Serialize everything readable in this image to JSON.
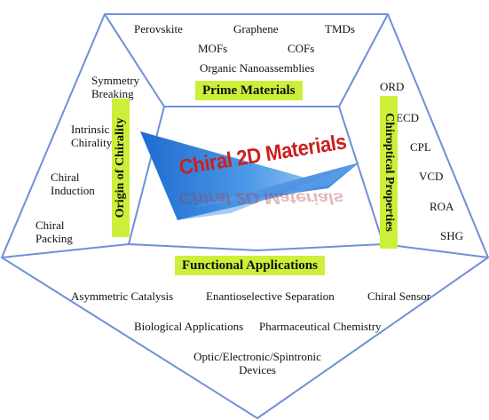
{
  "center": {
    "title": "Chiral 2D Materials"
  },
  "sections": {
    "prime_materials": {
      "title": "Prime Materials",
      "items": [
        "Perovskite",
        "Graphene",
        "TMDs",
        "MOFs",
        "COFs",
        "Organic Nanoassemblies"
      ]
    },
    "origin_of_chirality": {
      "title": "Origin of Chirality",
      "items": [
        "Symmetry\nBreaking",
        "Intrinsic\nChirality",
        "Chiral\nInduction",
        "Chiral\nPacking"
      ]
    },
    "chiroptical_properties": {
      "title": "Chiroptical Properties",
      "items": [
        "ORD",
        "ECD",
        "CPL",
        "VCD",
        "ROA",
        "SHG"
      ]
    },
    "functional_applications": {
      "title": "Functional Applications",
      "items": [
        "Asymmetric Catalysis",
        "Enantioselective Separation",
        "Chiral Sensor",
        "Biological Applications",
        "Pharmaceutical Chemistry",
        "Optic/Electronic/Spintronic\nDevices"
      ]
    }
  },
  "colors": {
    "outline": "#6f8fd8",
    "banner": "#ccf03a",
    "title_red": "#cc1f1f",
    "wedge_blue": "#3a86d6"
  }
}
